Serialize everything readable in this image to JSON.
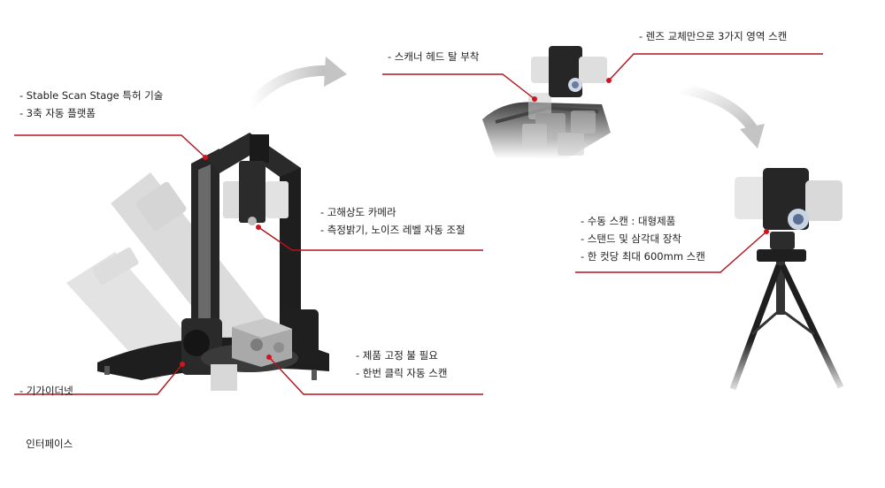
{
  "colors": {
    "accent_line": "#b3141b",
    "dot": "#d0141c",
    "machine_dark": "#1e1e1e",
    "machine_mid": "#3a3a3a",
    "machine_light": "#d7d7d7",
    "ghost": "#cfcfcf",
    "arrow": "#c8c8c8"
  },
  "callouts": {
    "stage": {
      "lines": [
        "- Stable Scan Stage 특허 기술",
        "- 3축 자동 플랫폼"
      ]
    },
    "camera": {
      "lines": [
        "- 고해상도 카메라",
        "- 측정밝기, 노이즈 레벨 자동 조절"
      ]
    },
    "gigabit": {
      "lines": [
        "- 기가이더넷",
        "  인터페이스"
      ]
    },
    "fixture": {
      "lines": [
        "- 제품 고정 불 필요",
        "- 한번 클릭 자동 스캔"
      ]
    },
    "head": {
      "lines": [
        "- 스캐너 헤드 탈 부착"
      ]
    },
    "lens": {
      "lines": [
        "- 렌즈 교체만으로 3가지 영역 스캔"
      ]
    },
    "manual": {
      "lines": [
        "- 수동 스캔 : 대형제품",
        "- 스탠드 및 삼각대 장착",
        "- 한 컷당 최대 600mm 스캔"
      ]
    }
  },
  "icons": {
    "main_product": "scanner-stage-machine",
    "head_product": "detachable-scanner-head",
    "tripod_product": "scanner-on-tripod",
    "flow_arrows": "curved-arrow"
  }
}
